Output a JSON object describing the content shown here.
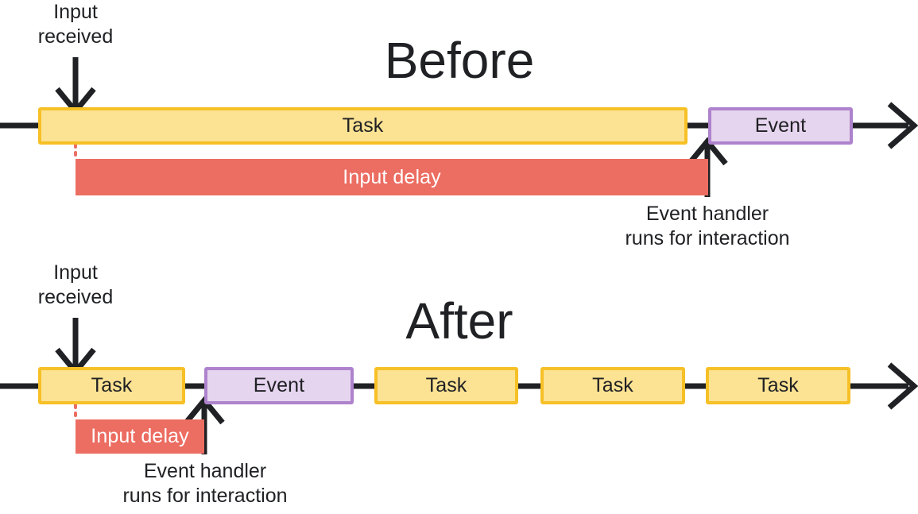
{
  "diagram": {
    "title_before": "Before",
    "title_after": "After",
    "colors": {
      "task_fill": "#FCE293",
      "task_border": "#F6C026",
      "event_fill": "#E6D5EF",
      "event_border": "#AE82CC",
      "delay_fill": "#EC6D62",
      "line": "#202124",
      "dotted": "#EC6D62",
      "text": "#202124",
      "background": "#FFFFFF"
    },
    "labels": {
      "task": "Task",
      "event": "Event",
      "input_delay": "Input delay",
      "input_received_line1": "Input",
      "input_received_line2": "received",
      "handler_line1": "Event handler",
      "handler_line2": "runs for interaction"
    }
  },
  "before": {
    "title": "Before",
    "input_received": {
      "line1": "Input",
      "line2": "received"
    },
    "task": {
      "label": "Task"
    },
    "event": {
      "label": "Event"
    },
    "input_delay": {
      "label": "Input delay"
    },
    "handler_note": {
      "line1": "Event handler",
      "line2": "runs for interaction"
    }
  },
  "after": {
    "title": "After",
    "input_received": {
      "line1": "Input",
      "line2": "received"
    },
    "tasks": [
      {
        "label": "Task"
      },
      {
        "label": "Task"
      },
      {
        "label": "Task"
      },
      {
        "label": "Task"
      }
    ],
    "event": {
      "label": "Event"
    },
    "input_delay": {
      "label": "Input delay"
    },
    "handler_note": {
      "line1": "Event handler",
      "line2": "runs for interaction"
    }
  }
}
